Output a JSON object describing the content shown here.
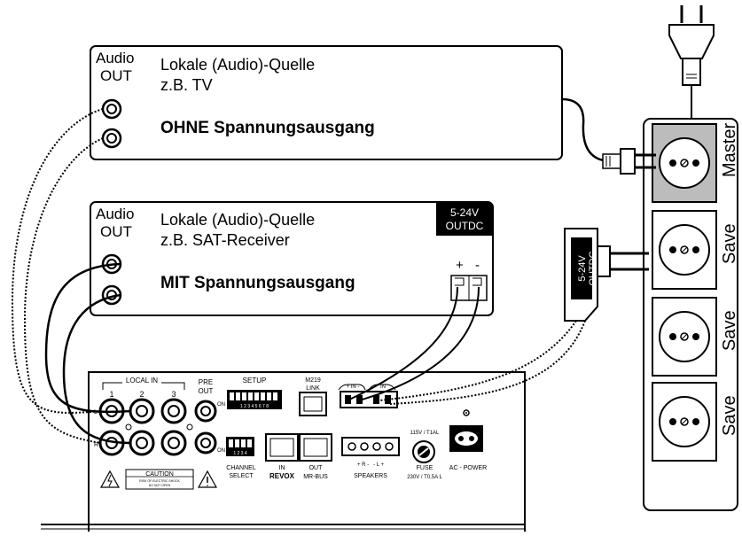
{
  "source1": {
    "jack_label_line1": "Audio",
    "jack_label_line2": "OUT",
    "title": "Lokale (Audio)-Quelle",
    "example": "z.B. TV",
    "feature": "OHNE Spannungsausgang"
  },
  "source2": {
    "jack_label_line1": "Audio",
    "jack_label_line2": "OUT",
    "title": "Lokale (Audio)-Quelle",
    "example": "z.B. SAT-Receiver",
    "feature": "MIT Spannungsausgang",
    "dc_line1": "5-24V",
    "dc_line2": "OUTDC",
    "plus": "+",
    "minus": "-"
  },
  "adapter": {
    "line1": "5-24V",
    "line2": "OUTDC"
  },
  "power_strip": {
    "sockets": [
      "Master",
      "Save",
      "Save",
      "Save"
    ]
  },
  "device": {
    "local_in": "LOCAL IN",
    "in_numbers": [
      "1",
      "2",
      "3"
    ],
    "pre_out_line1": "PRE",
    "pre_out_line2": "OUT",
    "row_l": "L",
    "row_r": "R",
    "setup": "SETUP",
    "setup_numbers": "1 2 3 4 5 6 7 8",
    "m219_line1": "M219",
    "m219_line2": "LINK",
    "dc_in_label": "+ IN -",
    "dc_in_label2": "IN",
    "on": "ON",
    "on2": "ON",
    "channel_numbers": "1 2 3 4",
    "caution": "CAUTION",
    "caution_sub1": "RISK OF ELECTRIC SHOCK",
    "caution_sub2": "DO NOT OPEN",
    "channel_select_line1": "CHANNEL",
    "channel_select_line2": "SELECT",
    "bus_in": "IN",
    "bus_out": "OUT",
    "brand": "REVOX",
    "mr_bus": "MR-BUS",
    "speakers_signs": "+ R -   - L +",
    "speakers": "SPEAKERS",
    "fuse_rating": "115V / T1AL",
    "fuse": "FUSE",
    "fuse_rating2": "230V / T0,5A L",
    "ac_power": "AC - POWER"
  }
}
